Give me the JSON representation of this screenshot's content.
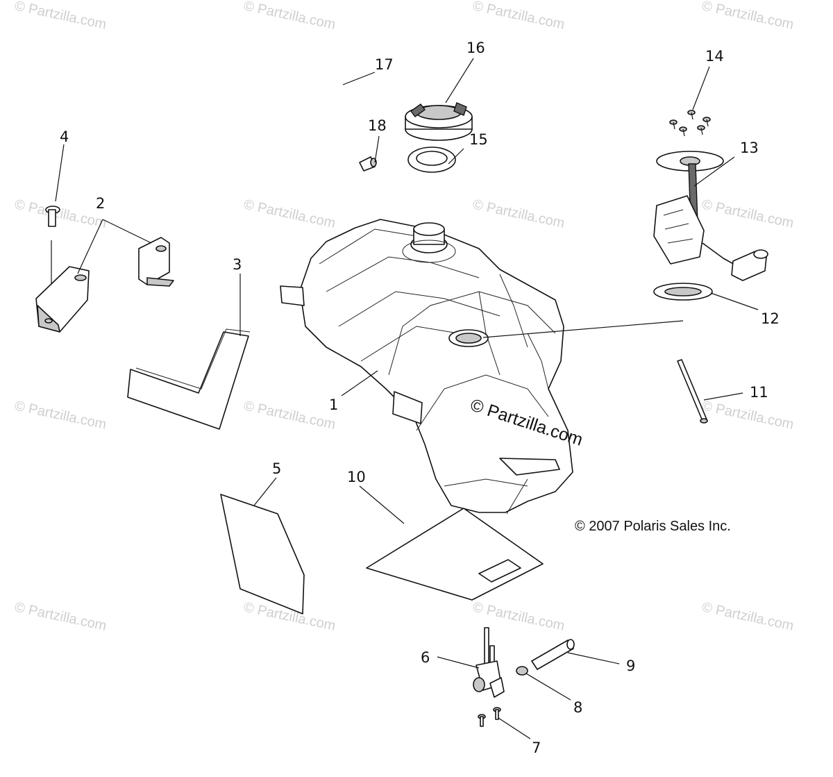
{
  "watermark": "© Partzilla.com",
  "center_watermark": "© Partzilla.com",
  "copyright": "© 2007 Polaris Sales Inc.",
  "callouts": [
    "1",
    "2",
    "3",
    "4",
    "5",
    "6",
    "7",
    "8",
    "9",
    "10",
    "11",
    "12",
    "13",
    "14",
    "15",
    "16",
    "17",
    "18"
  ]
}
